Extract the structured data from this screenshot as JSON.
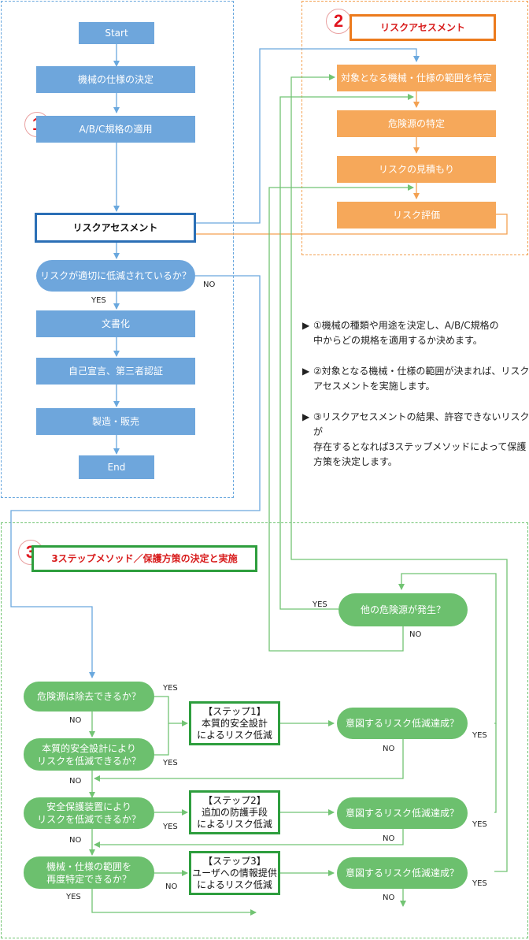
{
  "colors": {
    "blue": "#6ea6dc",
    "blue_line": "#6aa8de",
    "orange": "#f6a85a",
    "orange_line": "#f3a152",
    "green": "#6cc06e",
    "green_line": "#72c473",
    "badge_red": "#e0141e"
  },
  "badges": {
    "one": "1",
    "two": "2",
    "three": "3"
  },
  "section1": {
    "start": "Start",
    "spec": "機械の仕様の決定",
    "standards": "A/B/C規格の適用",
    "risk_assessment": "リスクアセスメント",
    "risk_reduced_q": "リスクが適切に低減されているか？",
    "no": "NO",
    "yes": "YES",
    "documentation": "文書化",
    "certification": "自己宣言、第三者認証",
    "manufacturing": "製造・販売",
    "end": "End"
  },
  "section2": {
    "title": "リスクアセスメント",
    "scope": "対象となる機械・仕様の範囲を特定",
    "hazard_id": "危険源の特定",
    "risk_estimation": "リスクの見積もり",
    "risk_evaluation": "リスク評価"
  },
  "notes": {
    "marker": "▶",
    "n1": "①機械の種類や用途を決定し、A/B/C規格の\n中からどの規格を適用するか決めます。",
    "n2": "②対象となる機械・仕様の範囲が決まれば、リスク\nアセスメントを実施します。",
    "n3": "③リスクアセスメントの結果、許容できないリスクが\n存在するとなれば3ステップメソッドによって保護\n方策を決定します。"
  },
  "section3": {
    "title": "3ステップメソッド／保護方策の決定と実施",
    "other_hazard_q": "他の危険源が発生？",
    "remove_q": "危険源は除去できるか？",
    "inherent_q": "本質的安全設計により\nリスクを低減できるか？",
    "safeguard_q": "安全保護装置により\nリスクを低減できるか？",
    "respecify_q": "機械・仕様の範囲を\n再度特定できるか？",
    "step1": "【ステップ1】\n本質的安全設計\nによるリスク低減",
    "step2": "【ステップ2】\n追加の防護手段\nによるリスク低減",
    "step3": "【ステップ3】\nユーザへの情報提供\nによるリスク低減",
    "achieved_q": "意図するリスク低減達成？",
    "yes": "YES",
    "no": "NO"
  }
}
